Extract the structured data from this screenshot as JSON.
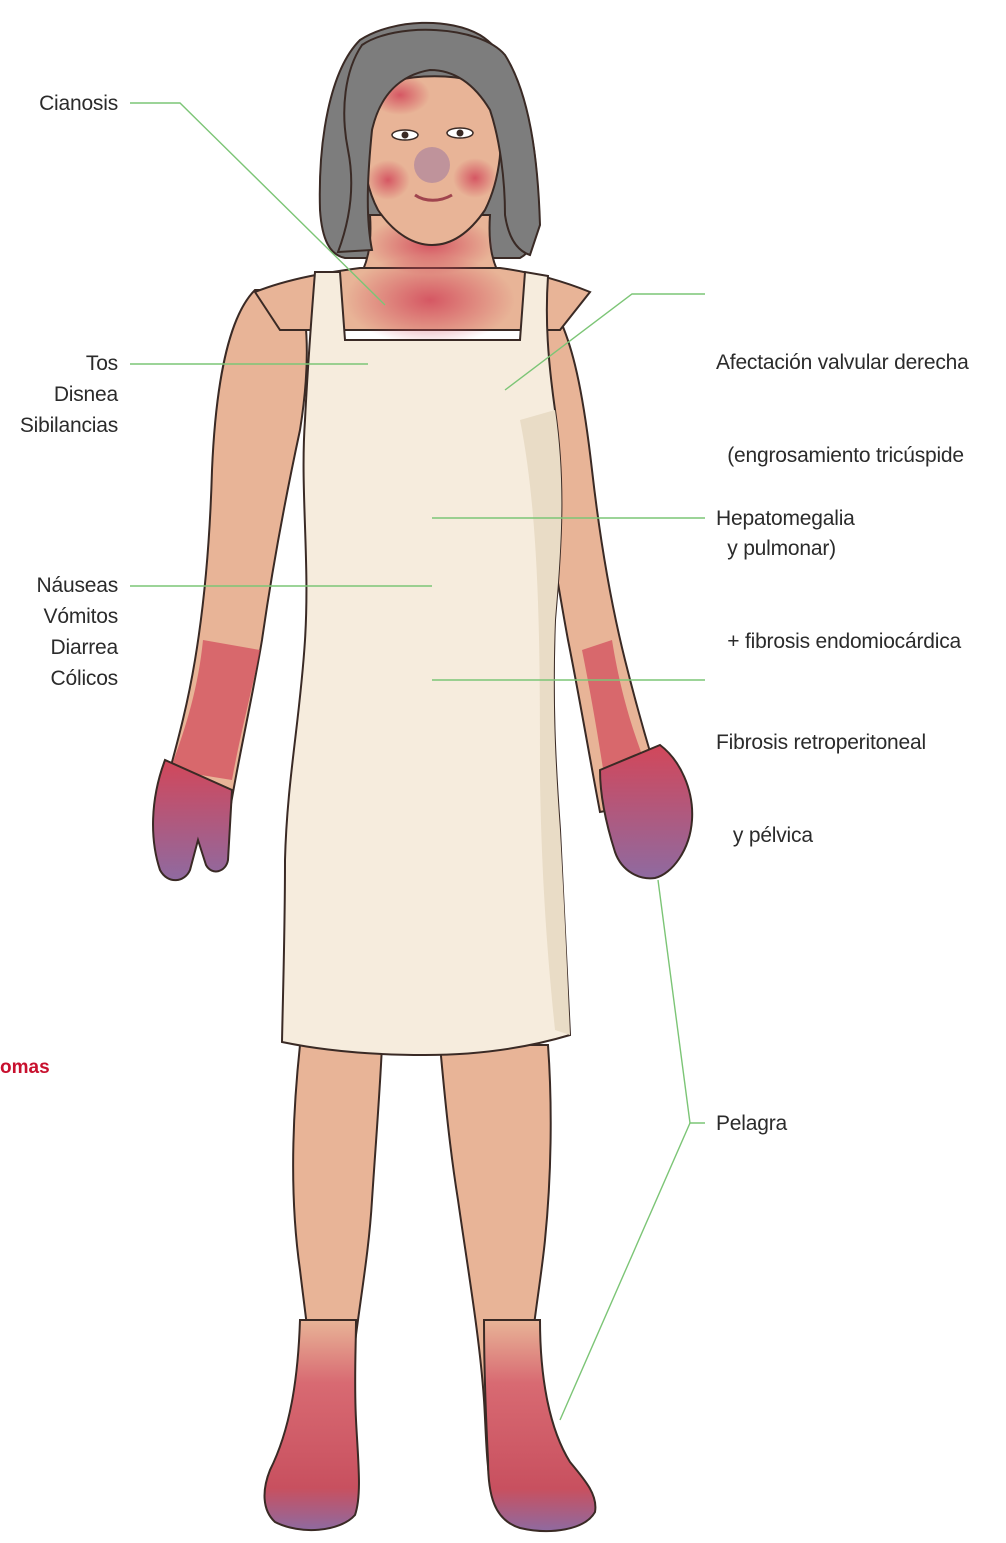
{
  "colors": {
    "leader": "#7cc576",
    "skin": "#e8b497",
    "skin_shadow": "#d49a7f",
    "rash": "#d2475a",
    "cyanosis": "#8f6aa0",
    "dress": "#f6ecdd",
    "dress_shadow": "#e9dcc6",
    "hair": "#7d7d7d",
    "outline": "#3a2a25",
    "title_accent": "#c8102e"
  },
  "title_fragment": "omas",
  "labels": {
    "cyanosis": [
      "Cianosis"
    ],
    "respiratory": [
      "Tos",
      "Disnea",
      "Sibilancias"
    ],
    "digestive": [
      "Náuseas",
      "Vómitos",
      "Diarrea",
      "Cólicos"
    ],
    "valvular": [
      "Afectación valvular derecha",
      "  (engrosamiento tricúspide",
      "  y pulmonar)",
      "  + fibrosis endomiocárdica"
    ],
    "hepatomegaly": [
      "Hepatomegalia"
    ],
    "fibrosis": [
      "Fibrosis retroperitoneal",
      "   y pélvica"
    ],
    "pellagra": [
      "Pelagra"
    ]
  }
}
